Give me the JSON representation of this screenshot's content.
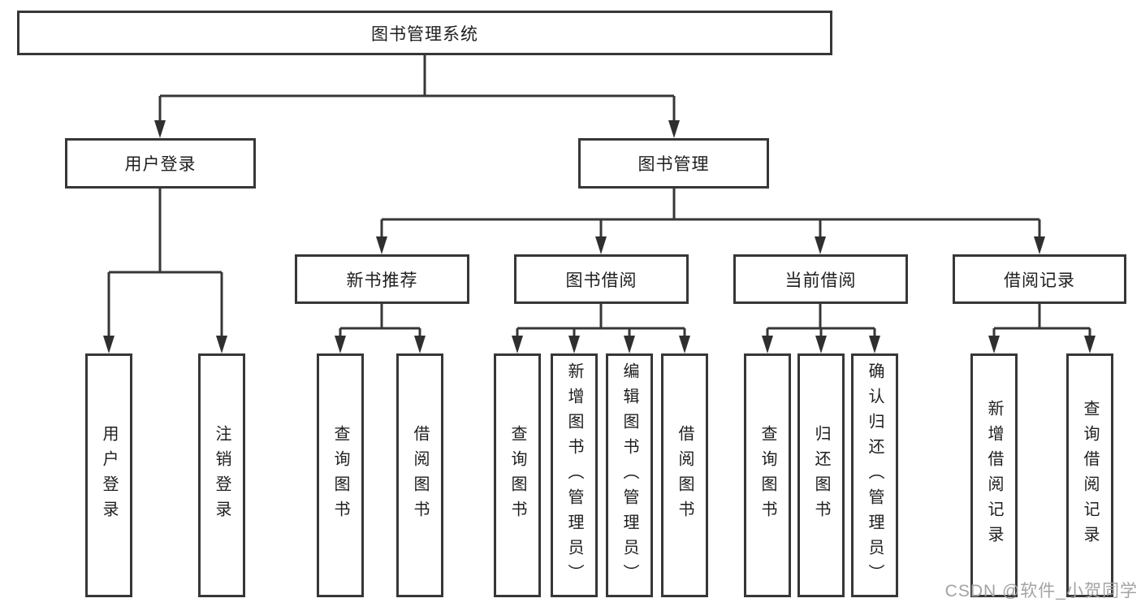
{
  "tree": {
    "label": "图书管理系统",
    "children": [
      {
        "label": "用户登录",
        "children": [
          {
            "label": "用户登录"
          },
          {
            "label": "注销登录"
          }
        ]
      },
      {
        "label": "图书管理",
        "children": [
          {
            "label": "新书推荐",
            "children": [
              {
                "label": "查询图书"
              },
              {
                "label": "借阅图书"
              }
            ]
          },
          {
            "label": "图书借阅",
            "children": [
              {
                "label": "查询图书"
              },
              {
                "label": "新增图书（管理员）"
              },
              {
                "label": "编辑图书（管理员）"
              },
              {
                "label": "借阅图书"
              }
            ]
          },
          {
            "label": "当前借阅",
            "children": [
              {
                "label": "查询图书"
              },
              {
                "label": "归还图书"
              },
              {
                "label": "确认归还（管理员）"
              }
            ]
          },
          {
            "label": "借阅记录",
            "children": [
              {
                "label": "新增借阅记录"
              },
              {
                "label": "查询借阅记录"
              }
            ]
          }
        ]
      }
    ]
  },
  "watermark": {
    "text": "CSDN @软件_小贺同学"
  },
  "colors": {
    "line": "#373737",
    "border": "#373737",
    "text": "#1e1e1e",
    "watermark": "#a3a3a3",
    "background": "#ffffff"
  }
}
